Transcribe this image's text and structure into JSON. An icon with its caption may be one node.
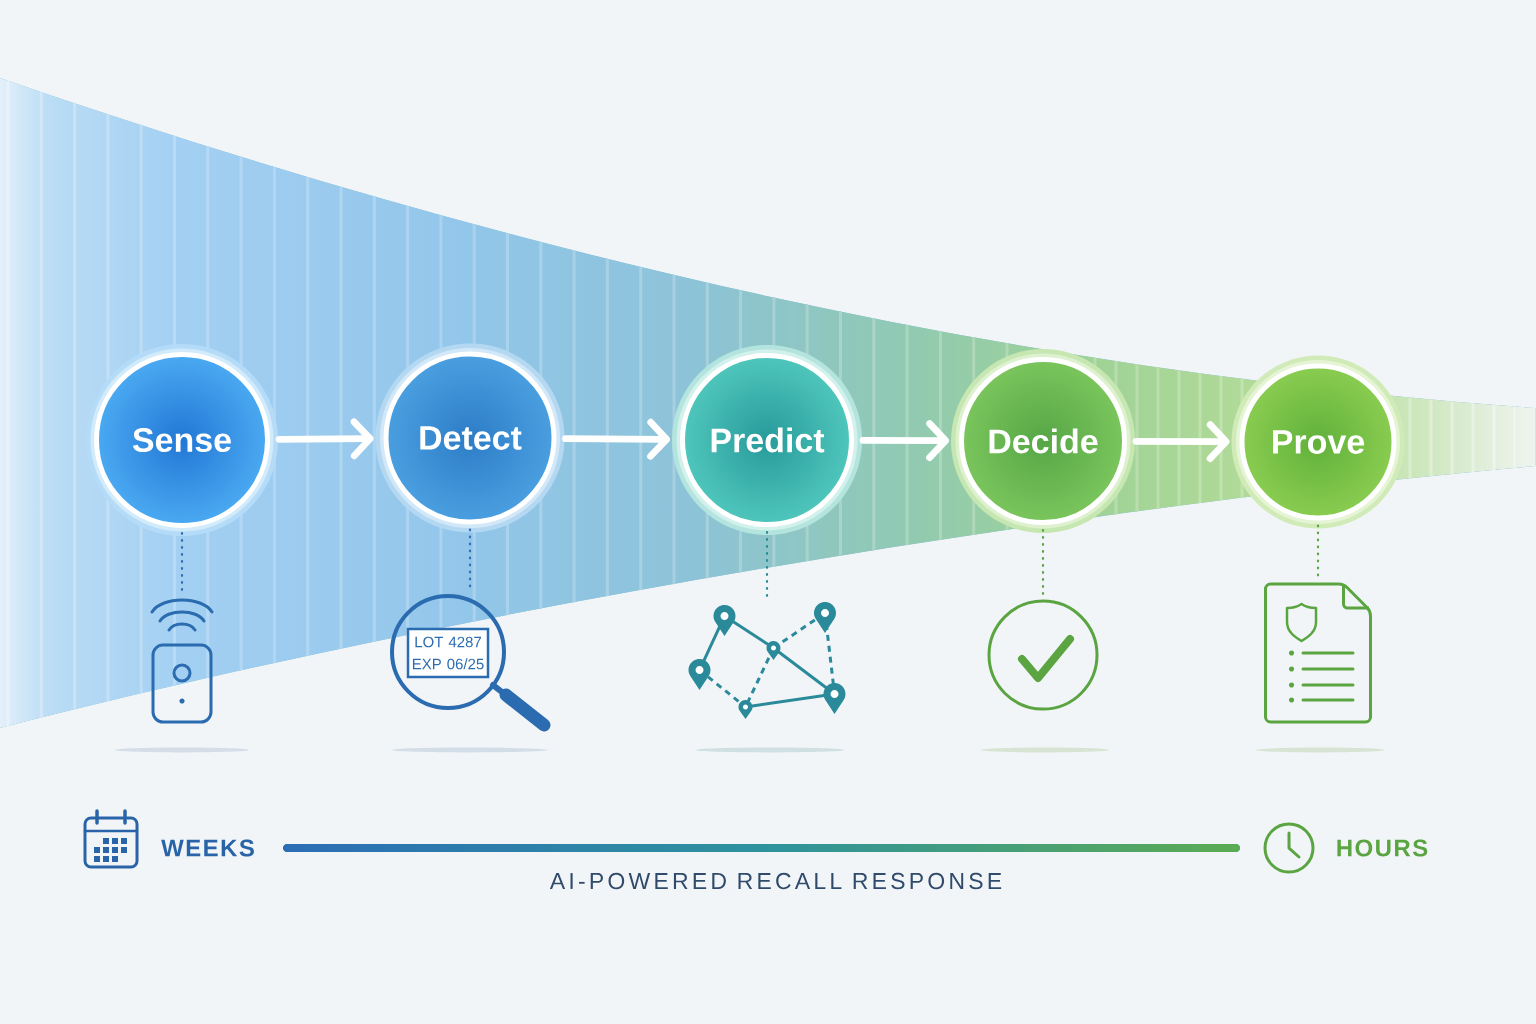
{
  "diagram": {
    "nodes": [
      {
        "text": [
          "Sense"
        ]
      },
      {
        "text": [
          "Detect"
        ]
      },
      {
        "text": [
          "Predict"
        ]
      },
      {
        "text": [
          "Decide"
        ]
      },
      {
        "text": [
          "Prove"
        ]
      },
      {
        "text": [],
        "shape": "picture"
      },
      {
        "text": [],
        "shape": "picture"
      },
      {
        "text": [
          "LOT 4287 EXP 06/25"
        ],
        "in": 6
      },
      {
        "text": [],
        "shape": "picture"
      },
      {
        "text": [],
        "shape": "picture"
      },
      {
        "text": [],
        "shape": "picture"
      }
    ],
    "edges": [
      {
        "from": 0,
        "to": 1,
        "arrow": "to",
        "style": "thick"
      },
      {
        "from": 1,
        "to": 2,
        "arrow": "to",
        "style": "thick"
      },
      {
        "from": 2,
        "to": 3,
        "arrow": "to",
        "style": "thick"
      },
      {
        "from": 3,
        "to": 4,
        "arrow": "to",
        "style": "thick"
      },
      {
        "from": 0,
        "to": 5,
        "arrow": "none",
        "style": "dashed",
        "color": "#2f6fb5"
      },
      {
        "from": 1,
        "to": 6,
        "arrow": "none",
        "style": "dashed",
        "color": "#2f6fb5"
      },
      {
        "from": 2,
        "to": 8,
        "arrow": "none",
        "style": "dashed",
        "color": "#2a8a96"
      },
      {
        "from": 3,
        "to": 9,
        "arrow": "none",
        "style": "dashed",
        "color": "#5aa541"
      },
      {
        "from": 4,
        "to": 10,
        "arrow": "none",
        "style": "dashed",
        "color": "#5aa541"
      }
    ],
    "labels": [
      "WEEKS",
      "HOURS",
      "AI-POWERED RECALL RESPONSE"
    ]
  }
}
